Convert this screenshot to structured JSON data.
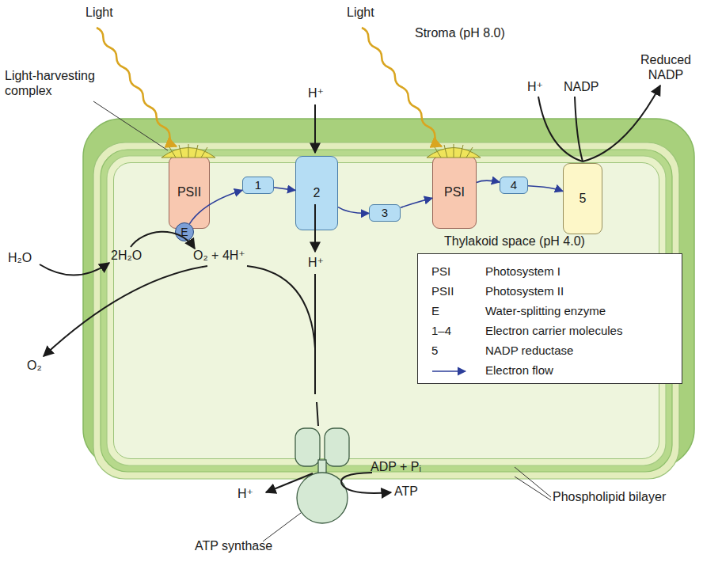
{
  "diagram": {
    "nodes": [
      {
        "text": [
          "Thylakoid space (pH 4.0)"
        ]
      },
      {
        "text": [
          "PSII"
        ],
        "in": 0
      },
      {
        "text": [
          "E"
        ],
        "in": 0
      },
      {
        "text": [
          "1"
        ],
        "in": 0
      },
      {
        "text": [
          "2"
        ],
        "in": 0
      },
      {
        "text": [
          "3"
        ],
        "in": 0
      },
      {
        "text": [
          "PSI"
        ],
        "in": 0
      },
      {
        "text": [
          "4"
        ],
        "in": 0
      },
      {
        "text": [
          "5"
        ],
        "in": 0
      },
      {
        "text": [
          "ATP synthase"
        ],
        "in": 0
      }
    ],
    "edges": [
      {
        "from": 2,
        "to": 3,
        "arrow": "to"
      },
      {
        "from": 3,
        "to": 4,
        "arrow": "to"
      },
      {
        "from": 4,
        "to": 5,
        "arrow": "to"
      },
      {
        "from": 5,
        "to": 6,
        "arrow": "to"
      },
      {
        "from": 6,
        "to": 7,
        "arrow": "to"
      },
      {
        "from": 7,
        "to": 8,
        "arrow": "to"
      }
    ],
    "labels": [
      "Light",
      "Light",
      "Stroma (pH 8.0)",
      "H⁺",
      "H⁺",
      "NADP",
      "Reduced NADP",
      "Light-harvesting complex",
      "H₂O",
      "2H₂O",
      "O₂ + 4H⁺",
      "H⁺",
      "O₂",
      "H⁺",
      "ADP + Pᵢ",
      "ATP",
      "Phospholipid bilayer",
      "PSI",
      "PSII",
      "E",
      "1–4",
      "5"
    ],
    "legend": [
      {
        "text": "Photosystem I"
      },
      {
        "text": "Photosystem II"
      },
      {
        "text": "Water-splitting enzyme"
      },
      {
        "text": "Electron carrier molecules"
      },
      {
        "text": "NADP reductase"
      },
      {
        "text": "Electron flow"
      }
    ]
  }
}
